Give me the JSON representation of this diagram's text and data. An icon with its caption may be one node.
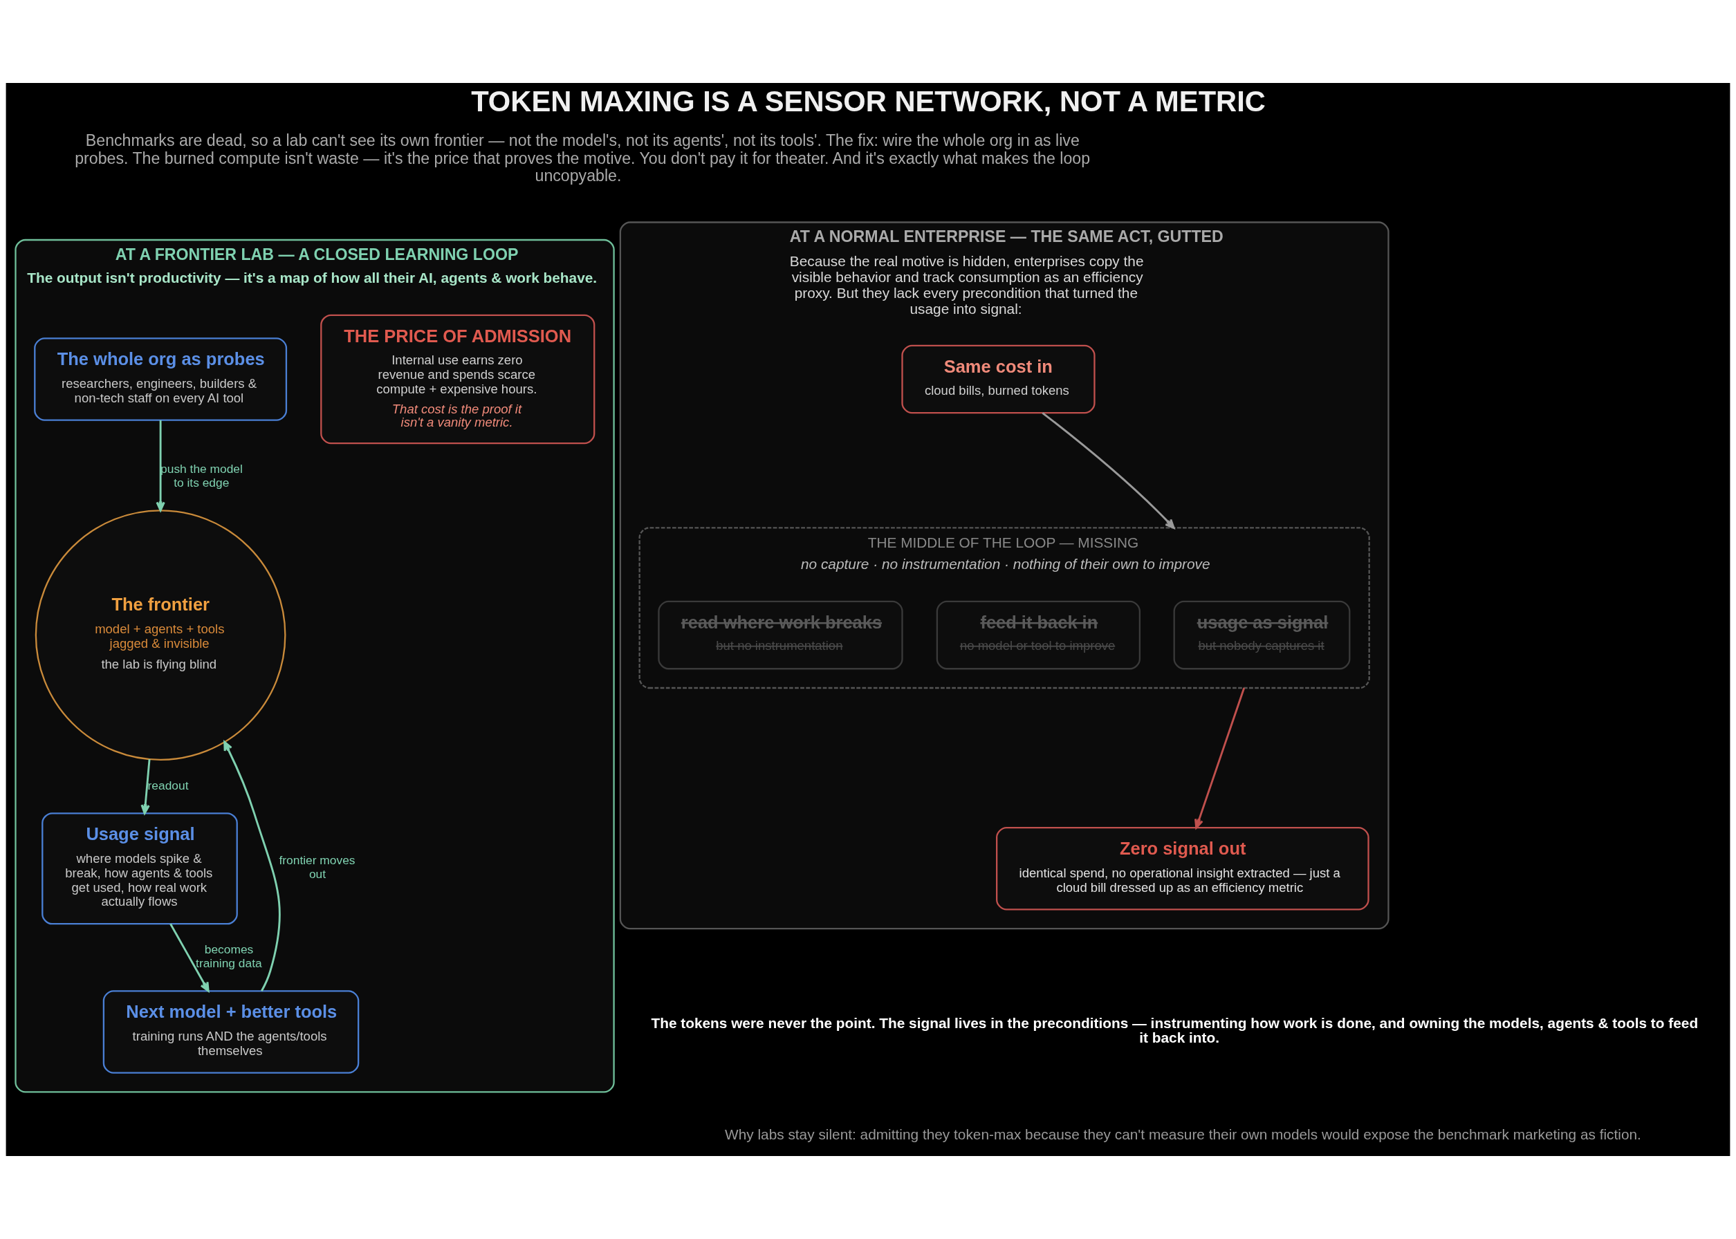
{
  "diagram": {
    "title": "TOKEN MAXING IS A SENSOR NETWORK, NOT A METRIC",
    "nodes": [
      {
        "text": [
          "AT A FRONTIER LAB — A CLOSED LEARNING LOOP",
          "The output isn't productivity — it's a map of how all their AI, agents & work behave."
        ]
      },
      {
        "text": [
          "The whole org as probes",
          "researchers, engineers, builders & non-tech staff on every AI tool"
        ],
        "in": 0
      },
      {
        "text": [
          "THE PRICE OF ADMISSION",
          "Internal use earns zero revenue and spends scarce compute + expensive hours.",
          "That cost is the proof it isn't a vanity metric."
        ],
        "in": 0
      },
      {
        "text": [
          "The frontier",
          "model + agents + tools jagged & invisible",
          "the lab is flying blind"
        ],
        "in": 0
      },
      {
        "text": [
          "Usage signal",
          "where models spike & break, how agents & tools get used, how real work actually flows"
        ],
        "in": 0
      },
      {
        "text": [
          "Next model + better tools",
          "training runs AND the agents/tools themselves"
        ],
        "in": 0
      },
      {
        "text": [
          "AT A NORMAL ENTERPRISE — THE SAME ACT, GUTTED",
          "Because the real motive is hidden, enterprises copy the visible behavior and track consumption as an efficiency proxy. But they lack every precondition that turned the usage into signal:"
        ]
      },
      {
        "text": [
          "Same cost in",
          "cloud bills, burned tokens"
        ],
        "in": 6
      },
      {
        "text": [
          "THE MIDDLE OF THE LOOP — MISSING",
          "no capture · no instrumentation · nothing of their own to improve"
        ],
        "in": 6
      },
      {
        "text": [
          "usage as signal",
          "but nobody captures it"
        ],
        "in": 8
      },
      {
        "text": [
          "read where work breaks",
          "but no instrumentation"
        ],
        "in": 8
      },
      {
        "text": [
          "feed it back in",
          "no model or tool to improve"
        ],
        "in": 8
      },
      {
        "text": [
          "Zero signal out",
          "identical spend, no operational insight extracted — just a cloud bill dressed up as an efficiency metric"
        ],
        "in": 6
      }
    ],
    "edges": [
      {
        "from": 1,
        "to": 3,
        "arrow": "to",
        "label": "push the model to its edge"
      },
      {
        "from": 3,
        "to": 4,
        "arrow": "to",
        "label": "readout"
      },
      {
        "from": 4,
        "to": 5,
        "arrow": "to",
        "label": "becomes training data"
      },
      {
        "from": 5,
        "to": 3,
        "arrow": "to",
        "label": "frontier moves out"
      },
      {
        "from": 7,
        "to": 8,
        "arrow": "to",
        "color": "#9a9a9a"
      },
      {
        "from": 8,
        "to": 12,
        "arrow": "to",
        "color": "#c0504d"
      }
    ],
    "labels": [
      "Benchmarks are dead, so a lab can't see its own frontier — not the model's, not its agents', not its tools'. The fix: wire the whole org in as live probes. The burned compute isn't waste — it's the price that proves the motive. You don't pay it for theater. And it's exactly what makes the loop uncopyable.",
      "The tokens were never the point. The signal lives in the preconditions — instrumenting how work is done, and owning the models, agents & tools to feed it back into.",
      "Why labs stay silent: admitting they token-max because they can't measure their own models would expose the benchmark marketing as fiction."
    ]
  }
}
